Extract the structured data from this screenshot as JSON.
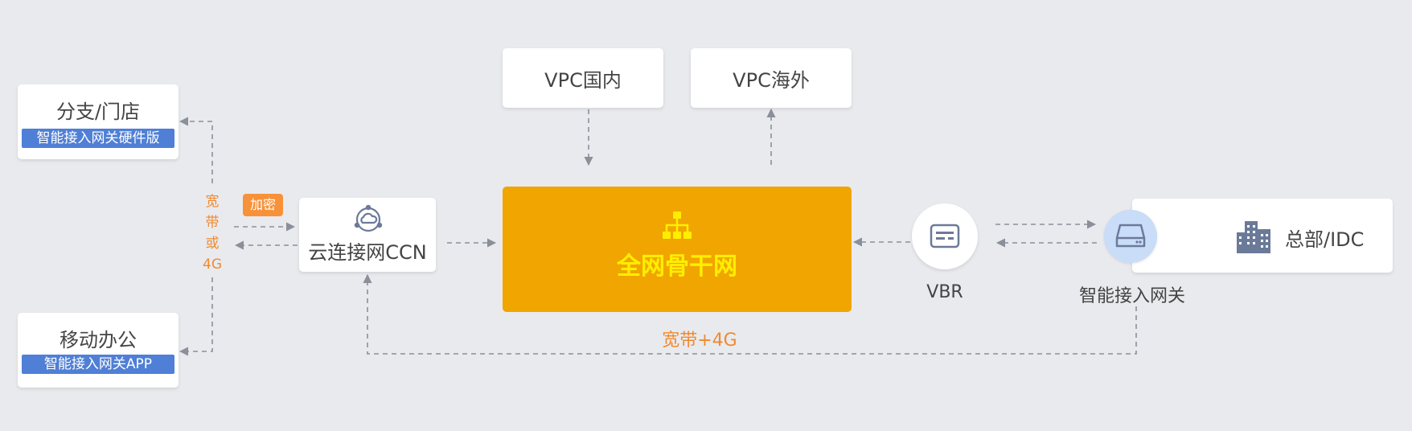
{
  "nodes": {
    "branch": {
      "title": "分支/门店",
      "tag": "智能接入网关硬件版"
    },
    "mobile": {
      "title": "移动办公",
      "tag": "智能接入网关APP"
    },
    "ccn": {
      "title": "云连接网CCN"
    },
    "vpc_domestic": {
      "title": "VPC国内"
    },
    "vpc_overseas": {
      "title": "VPC海外"
    },
    "backbone": {
      "title": "全网骨干网"
    },
    "vbr": {
      "title": "VBR"
    },
    "gateway": {
      "title": "智能接入网关"
    },
    "hq": {
      "title": "总部/IDC"
    }
  },
  "labels": {
    "broadband_or_4g": [
      "宽",
      "带",
      "或",
      "4G"
    ],
    "encrypt": "加密",
    "broadband_4g": "宽带+4G"
  },
  "colors": {
    "background": "#e9eaee",
    "backbone": "#f0a500",
    "backbone_text": "#ffee00",
    "accent_orange": "#f08a30",
    "tag_blue": "#4f7fd6",
    "connector": "#8a9099",
    "icon": "#6b7a99"
  },
  "icons": [
    "cloud-network-icon",
    "org-tree-icon",
    "router-card-icon",
    "disk-drive-icon",
    "buildings-icon"
  ]
}
